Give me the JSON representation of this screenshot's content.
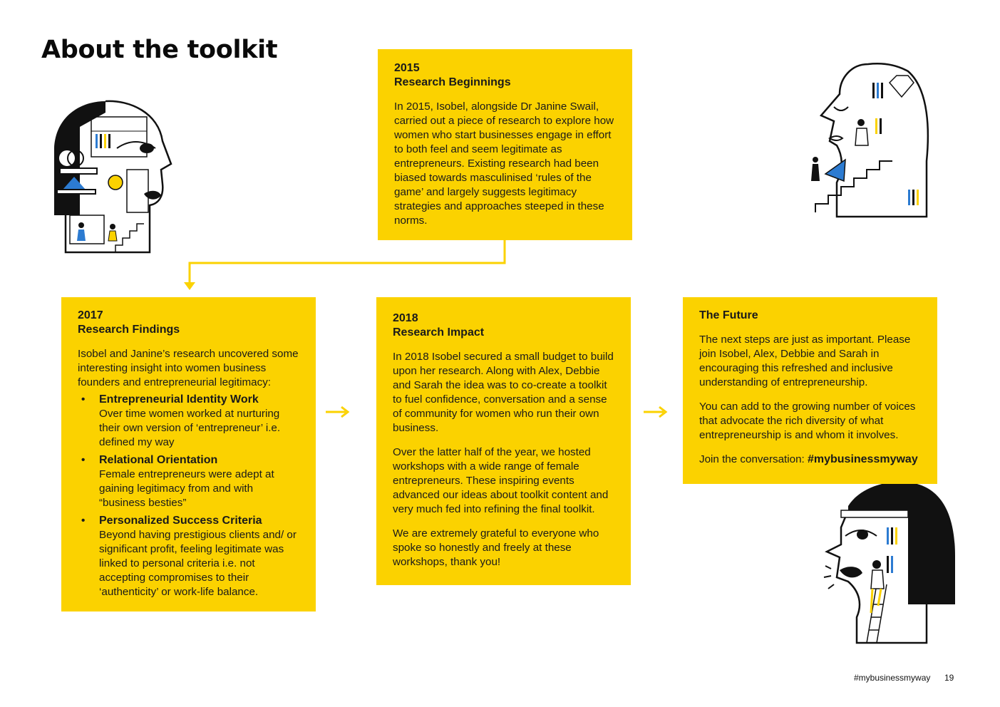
{
  "page": {
    "title": "About the toolkit",
    "footer_tag": "#mybusinessmyway",
    "page_number": "19"
  },
  "colors": {
    "accent": "#FBD200",
    "ink": "#111111",
    "blue": "#2C7BD1"
  },
  "cards": {
    "c2015": {
      "year": "2015",
      "heading": "Research Beginnings",
      "body": "In 2015, Isobel, alongside Dr Janine Swail, carried out a piece of research to explore how women who start businesses engage in effort to both feel and seem legitimate as entrepreneurs. Existing research had been biased towards masculinised ‘rules of the game’ and largely suggests legitimacy strategies and approaches steeped in these norms."
    },
    "c2017": {
      "year": "2017",
      "heading": "Research Findings",
      "intro": "Isobel and Janine’s research uncovered some interesting insight into women business founders and entrepreneurial legitimacy:",
      "findings": [
        {
          "title": "Entrepreneurial Identity Work",
          "text": "Over time women worked at nurturing their own version of ‘entrepreneur’ i.e. defined my way"
        },
        {
          "title": "Relational Orientation",
          "text": "Female entrepreneurs were adept at gaining legitimacy from and with “business besties”"
        },
        {
          "title": "Personalized Success Criteria",
          "text": "Beyond having prestigious clients and/ or significant profit, feeling legitimate was linked to personal criteria i.e. not accepting compromises to their ‘authenticity’ or work-life balance."
        }
      ]
    },
    "c2018": {
      "year": "2018",
      "heading": "Research Impact",
      "p1": "In 2018 Isobel secured a small budget to build upon her research. Along with Alex, Debbie and Sarah the idea was to co-create a toolkit to fuel confidence, conversation and a sense of community for women who run their own business.",
      "p2": "Over the latter half of the year, we hosted workshops with a wide range of female entrepreneurs. These inspiring events advanced our ideas about toolkit content and very much fed into refining the final toolkit.",
      "p3": "We are extremely grateful to everyone who spoke so honestly and freely at these workshops, thank you!"
    },
    "future": {
      "heading": "The Future",
      "p1": "The next steps are just as important. Please join Isobel, Alex, Debbie and Sarah in encouraging this refreshed and inclusive understanding of entrepreneurship.",
      "p2": "You can add to the growing number of voices that advocate the rich diversity of what entrepreneurship is and whom it involves.",
      "p3_prefix": "Join the conversation: ",
      "p3_tag": "#mybusinessmyway"
    }
  }
}
